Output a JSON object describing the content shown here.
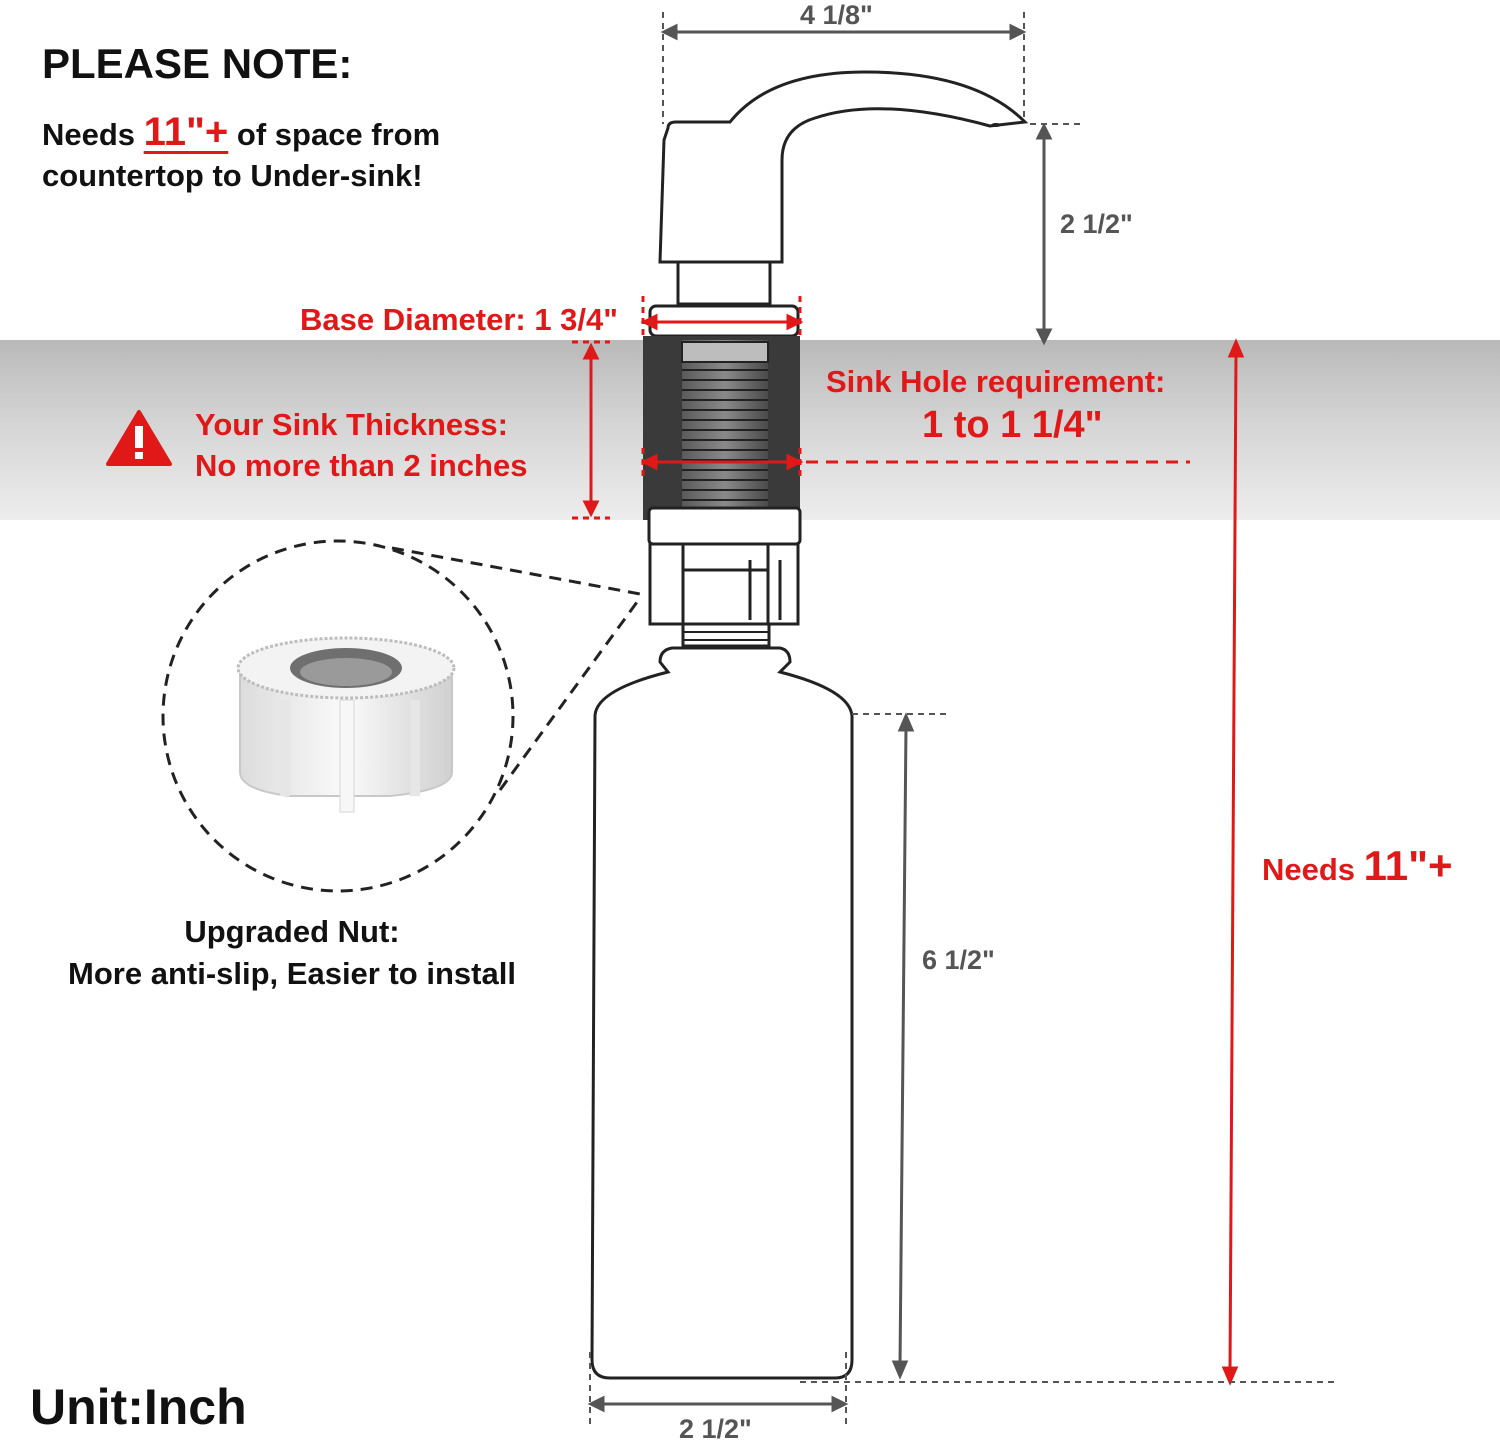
{
  "note": {
    "title": "PLEASE NOTE:",
    "line1_prefix": "Needs",
    "line1_highlight": "11\"+",
    "line1_suffix": "of space from",
    "line2": "countertop to Under-sink!"
  },
  "dimensions": {
    "top_width": "4 1/8\"",
    "spout_height": "2 1/2\"",
    "base_diameter": "Base Diameter: 1 3/4\"",
    "bottle_height": "6 1/2\"",
    "bottle_width": "2 1/2\""
  },
  "sink": {
    "thickness_title": "Your Sink Thickness:",
    "thickness_limit": "No more than 2 inches",
    "hole_title": "Sink Hole requirement:",
    "hole_value": "1 to 1 1/4\""
  },
  "total": {
    "prefix": "Needs",
    "value": "11\"+"
  },
  "nut": {
    "title": "Upgraded Nut:",
    "description": "More anti-slip, Easier to install"
  },
  "unit_label": "Unit:Inch",
  "colors": {
    "accent_red": "#e01818",
    "dimension_grey": "#555555",
    "outline": "#222222",
    "countertop_band": "#c8c8c8",
    "pump_dark": "#3a3a3a"
  },
  "icons": {
    "warning": "warning-triangle-icon"
  }
}
